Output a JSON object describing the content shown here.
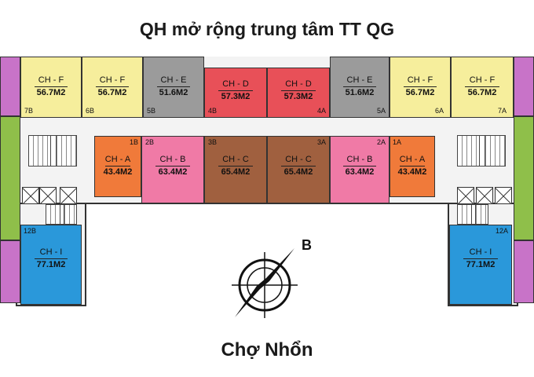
{
  "title": "QH mở rộng trung tâm TT QG",
  "footer": "Chợ Nhổn",
  "north_label": "B",
  "colors": {
    "CH-A": "#f07a3a",
    "CH-B": "#f07aa6",
    "CH-C": "#a0603f",
    "CH-D": "#e85058",
    "CH-E": "#9b9b9b",
    "CH-F": "#f6ee9c",
    "CH-I": "#2a98da",
    "side_purple": "#c873c8",
    "side_green": "#8fbf4a"
  },
  "units": {
    "7B": {
      "type": "CH - F",
      "area": "56.7M2",
      "code": "7B"
    },
    "6B": {
      "type": "CH - F",
      "area": "56.7M2",
      "code": "6B"
    },
    "5B": {
      "type": "CH - E",
      "area": "51.6M2",
      "code": "5B"
    },
    "4B": {
      "type": "CH - D",
      "area": "57.3M2",
      "code": "4B"
    },
    "4A": {
      "type": "CH - D",
      "area": "57.3M2",
      "code": "4A"
    },
    "5A": {
      "type": "CH - E",
      "area": "51.6M2",
      "code": "5A"
    },
    "6A": {
      "type": "CH - F",
      "area": "56.7M2",
      "code": "6A"
    },
    "7A": {
      "type": "CH - F",
      "area": "56.7M2",
      "code": "7A"
    },
    "1B": {
      "type": "CH - A",
      "area": "43.4M2",
      "code": "1B"
    },
    "2B": {
      "type": "CH - B",
      "area": "63.4M2",
      "code": "2B"
    },
    "3B": {
      "type": "CH - C",
      "area": "65.4M2",
      "code": "3B"
    },
    "3A": {
      "type": "CH - C",
      "area": "65.4M2",
      "code": "3A"
    },
    "2A": {
      "type": "CH - B",
      "area": "63.4M2",
      "code": "2A"
    },
    "1A": {
      "type": "CH - A",
      "area": "43.4M2",
      "code": "1A"
    },
    "12B": {
      "type": "CH - I",
      "area": "77.1M2",
      "code": "12B"
    },
    "12A": {
      "type": "CH - I",
      "area": "77.1M2",
      "code": "12A"
    }
  }
}
